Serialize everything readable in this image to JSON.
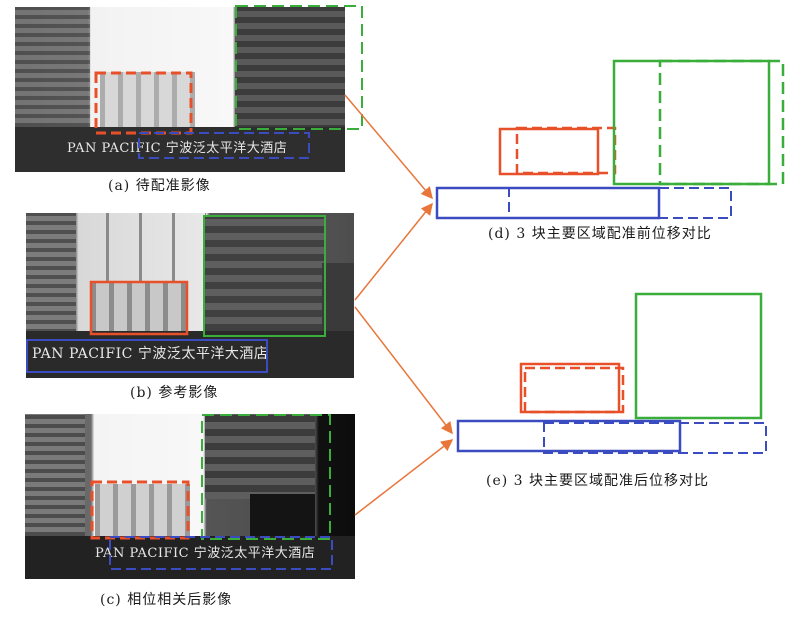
{
  "figure": {
    "captions": {
      "a": "(a) 待配准影像",
      "b": "(b) 参考影像",
      "c": "(c) 相位相关后影像",
      "d": "(d) 3 块主要区域配准前位移对比",
      "e": "(e) 3 块主要区域配准后位移对比"
    },
    "signs": {
      "a": "PAN PACIFIC 宁波泛太平洋大酒店",
      "b": "PAN PACIFIC 宁波泛太平洋大酒店",
      "c": "PAN PACIFIC 宁波泛太平洋大酒店"
    },
    "colors": {
      "red": "#e8502a",
      "green": "#3aae3a",
      "blue": "#3a4cc0",
      "arrow": "#e8763a"
    }
  }
}
